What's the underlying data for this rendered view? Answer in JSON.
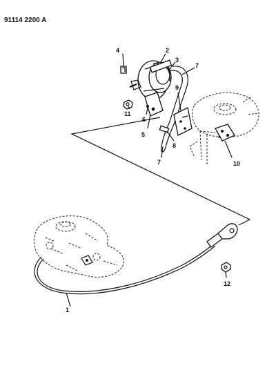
{
  "diagram_id": "91114 2200 A",
  "callouts": {
    "c1": "1",
    "c2": "2",
    "c3": "3",
    "c4": "4",
    "c5": "5",
    "c6": "6",
    "c7a": "7",
    "c7b": "7",
    "c8": "8",
    "c9": "9",
    "c10": "10",
    "c11": "11",
    "c12": "12"
  }
}
